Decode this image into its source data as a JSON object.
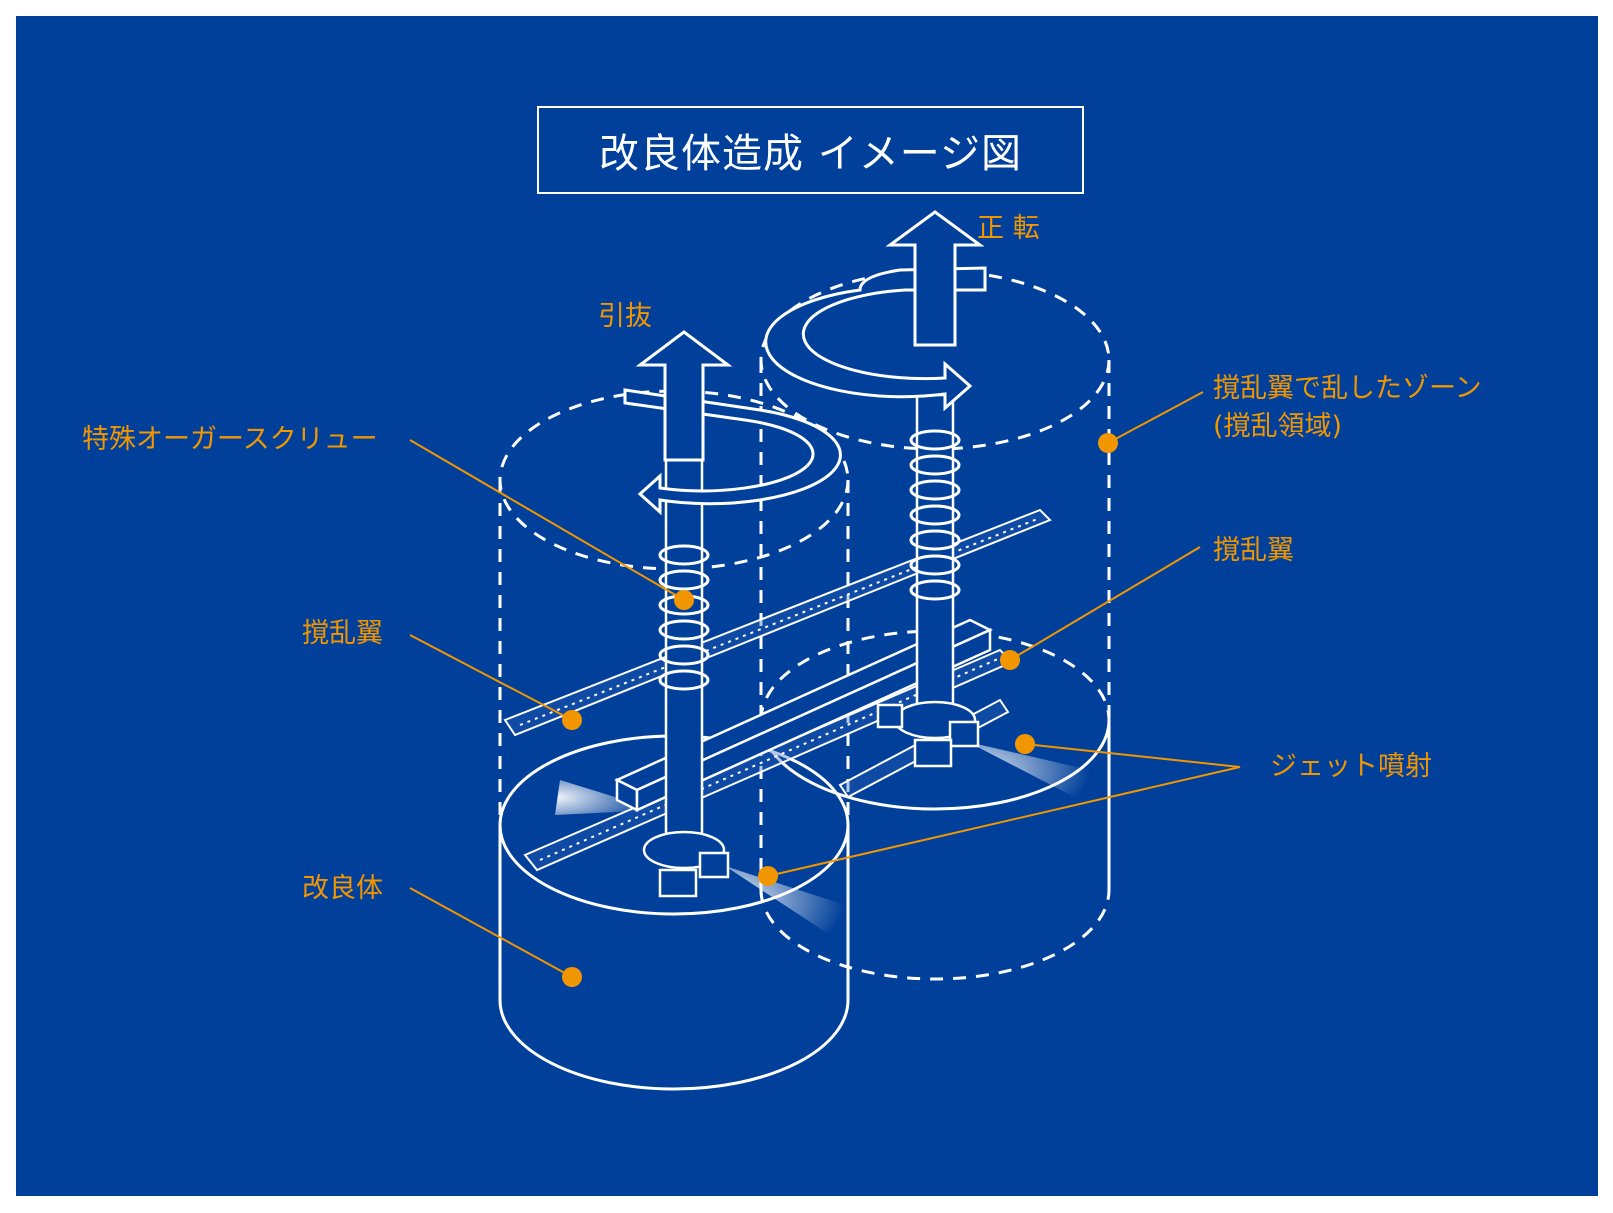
{
  "title": "改良体造成 イメージ図",
  "labels": {
    "rotation": "正 転",
    "withdraw": "引抜",
    "auger": "特殊オーガースクリュー",
    "zone_line1": "撹乱翼で乱したゾーン",
    "zone_line2": "(撹乱領域)",
    "blade_right": "撹乱翼",
    "blade_left": "撹乱翼",
    "jet": "ジェット噴射",
    "body": "改良体"
  },
  "colors": {
    "background": "#00409b",
    "line": "#ffffff",
    "accent": "#f29600"
  }
}
